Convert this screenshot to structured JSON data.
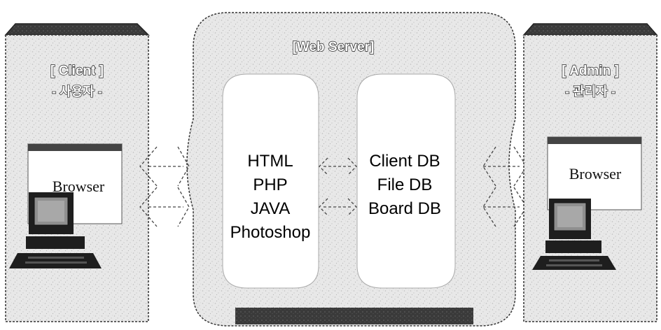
{
  "client": {
    "title": "[ Client ]",
    "subtitle": "- 사용자 -",
    "browser_label": "Browser"
  },
  "server": {
    "title": "[Web Server]",
    "left_drum_lines": [
      "HTML",
      "PHP",
      "JAVA",
      "Photoshop"
    ],
    "right_drum_lines": [
      "Client DB",
      "File DB",
      "Board DB"
    ]
  },
  "admin": {
    "title": "[ Admin ]",
    "subtitle": "- 관리자 -",
    "browser_label": "Browser"
  },
  "colors": {
    "panel_fill": "#e6e6e6",
    "panel_speckle": "#c4c4c4",
    "panel_top_band": "#3a3a3a",
    "outline": "#222222",
    "drum_fill": "#ffffff",
    "dash": "#444444",
    "computer_dark": "#1e1e1e",
    "screen_fill": "#8f8f8f"
  },
  "icons": {
    "client_computer": "desktop-computer-icon",
    "admin_computer": "desktop-computer-icon",
    "browser_window": "browser-window-icon"
  }
}
